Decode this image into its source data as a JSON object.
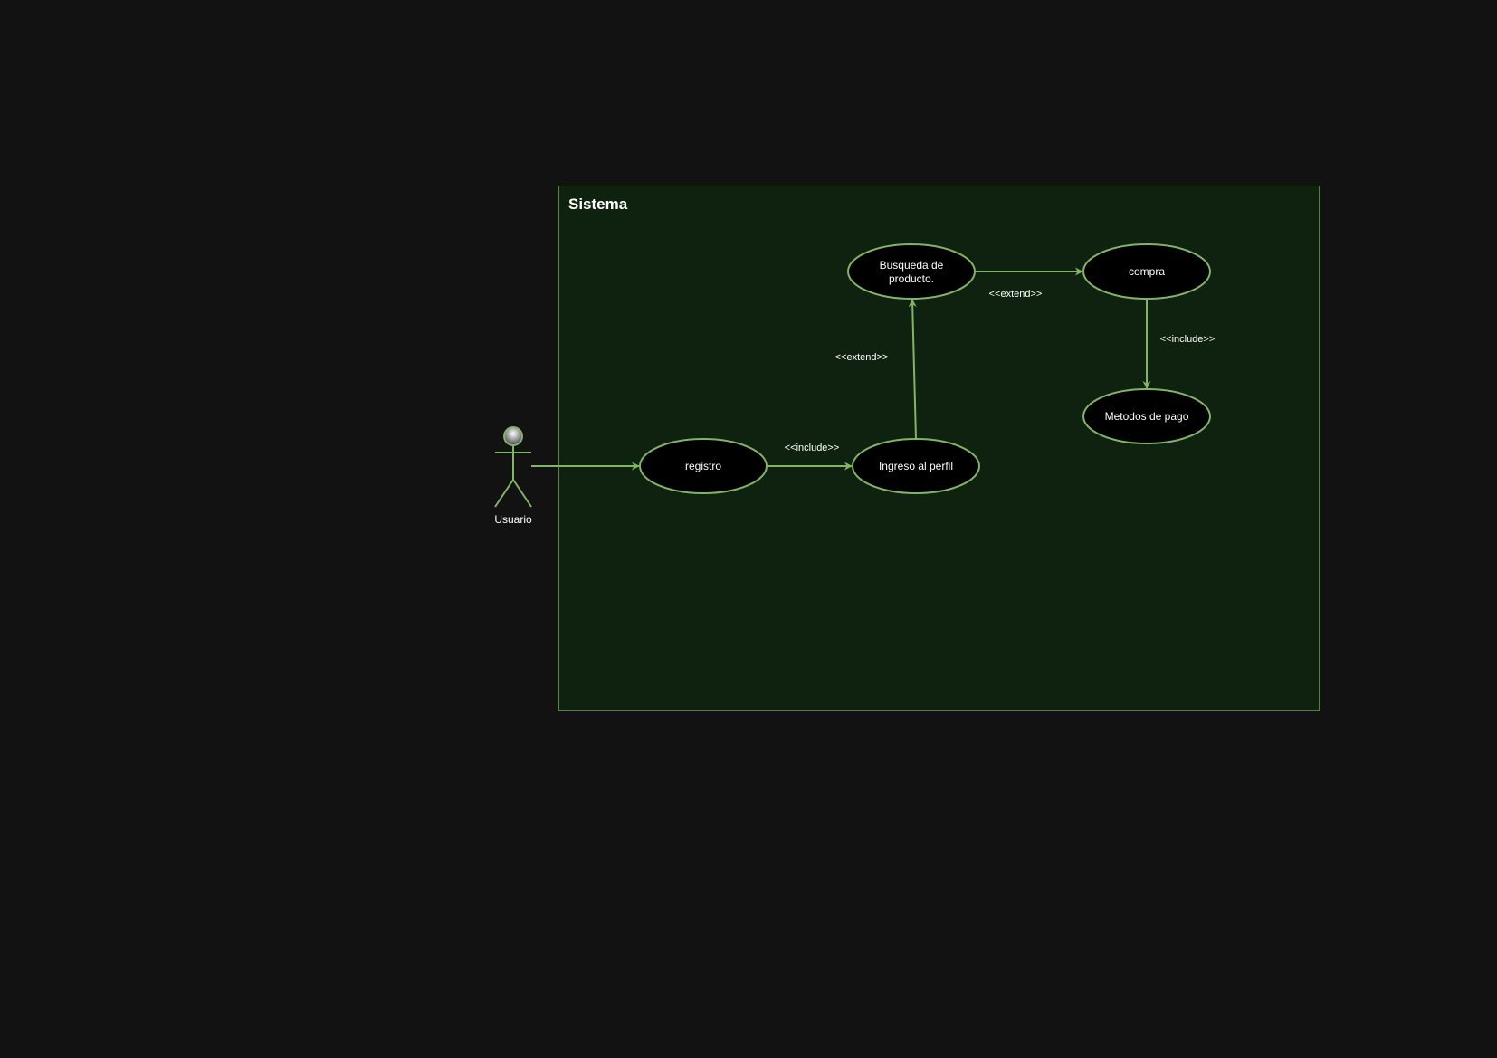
{
  "system": {
    "title": "Sistema"
  },
  "actor": {
    "label": "Usuario"
  },
  "use_cases": {
    "registro": "registro",
    "ingreso": "Ingreso al perfil",
    "busqueda_line1": "Busqueda de",
    "busqueda_line2": "producto.",
    "compra": "compra",
    "metodos": "Metodos de pago"
  },
  "relations": {
    "include_registro_ingreso": "<<include>>",
    "extend_ingreso_busqueda": "<<extend>>",
    "extend_busqueda_compra": "<<extend>>",
    "include_compra_metodos": "<<include>>"
  },
  "colors": {
    "background": "#121212",
    "system_fill": "#0f210f",
    "system_border": "#4f8a2b",
    "accent": "#82b366",
    "ellipse_fill": "#000000",
    "text": "#ffffff"
  }
}
